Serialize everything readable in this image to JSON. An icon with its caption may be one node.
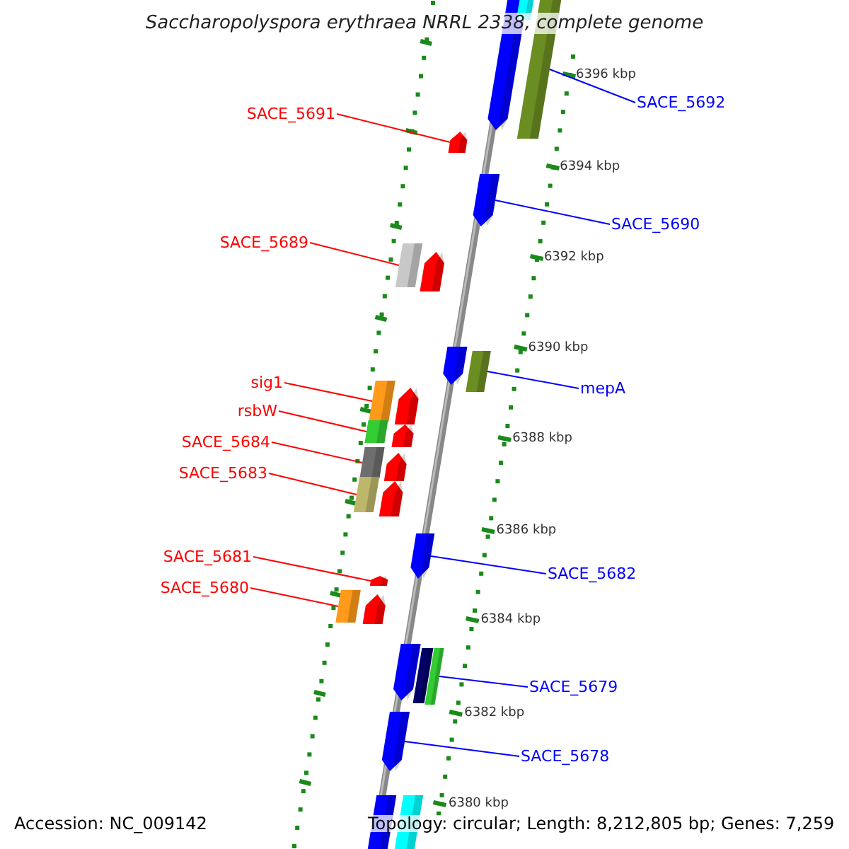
{
  "diagram": {
    "title": "Saccharopolyspora erythraea NRRL 2338, complete genome",
    "nodes": [
      {
        "text": [
          "SACE_5692"
        ]
      },
      {
        "text": [
          "SACE_5691"
        ]
      },
      {
        "text": [
          "SACE_5690"
        ]
      },
      {
        "text": [
          "SACE_5689"
        ]
      },
      {
        "text": [
          "sig1"
        ]
      },
      {
        "text": [
          "mepA"
        ]
      },
      {
        "text": [
          "rsbW"
        ]
      },
      {
        "text": [
          "SACE_5684"
        ]
      },
      {
        "text": [
          "SACE_5683"
        ]
      },
      {
        "text": [
          "SACE_5681"
        ]
      },
      {
        "text": [
          "SACE_5682"
        ]
      },
      {
        "text": [
          "SACE_5680"
        ]
      },
      {
        "text": [
          "SACE_5679"
        ]
      },
      {
        "text": [
          "SACE_5678"
        ]
      },
      {
        "text": [],
        "shape": "box"
      },
      {
        "text": [],
        "shape": "arrow"
      },
      {
        "text": [],
        "shape": "arrow"
      },
      {
        "text": [],
        "shape": "box"
      },
      {
        "text": [],
        "shape": "box"
      },
      {
        "text": [],
        "shape": "box"
      },
      {
        "text": [],
        "shape": "box"
      },
      {
        "text": [],
        "shape": "box"
      },
      {
        "text": [],
        "shape": "box"
      },
      {
        "text": [],
        "shape": "arrow"
      },
      {
        "text": [],
        "shape": "arrow"
      },
      {
        "text": [],
        "shape": "box"
      },
      {
        "text": [],
        "shape": "box"
      },
      {
        "text": [],
        "shape": "arrow"
      }
    ],
    "edges": [
      {
        "from": 0,
        "to": 14,
        "arrow": "none",
        "color": "#0000ff"
      },
      {
        "from": 1,
        "to": 15,
        "arrow": "none",
        "color": "#ff0000"
      },
      {
        "from": 2,
        "to": 16,
        "arrow": "none",
        "color": "#0000ff"
      },
      {
        "from": 3,
        "to": 17,
        "arrow": "none",
        "color": "#ff0000"
      },
      {
        "from": 4,
        "to": 18,
        "arrow": "none",
        "color": "#ff0000"
      },
      {
        "from": 5,
        "to": 19,
        "arrow": "none",
        "color": "#0000ff"
      },
      {
        "from": 6,
        "to": 20,
        "arrow": "none",
        "color": "#ff0000"
      },
      {
        "from": 7,
        "to": 21,
        "arrow": "none",
        "color": "#ff0000"
      },
      {
        "from": 8,
        "to": 22,
        "arrow": "none",
        "color": "#ff0000"
      },
      {
        "from": 9,
        "to": 23,
        "arrow": "none",
        "color": "#ff0000"
      },
      {
        "from": 10,
        "to": 24,
        "arrow": "none",
        "color": "#0000ff"
      },
      {
        "from": 11,
        "to": 25,
        "arrow": "none",
        "color": "#ff0000"
      },
      {
        "from": 12,
        "to": 26,
        "arrow": "none",
        "color": "#0000ff"
      },
      {
        "from": 13,
        "to": 27,
        "arrow": "none",
        "color": "#0000ff"
      }
    ],
    "labels": [
      "6396 kbp",
      "6394 kbp",
      "6392 kbp",
      "6390 kbp",
      "6388 kbp",
      "6386 kbp",
      "6384 kbp",
      "6382 kbp",
      "6380 kbp",
      "Accession: NC_009142",
      "Topology: circular; Length: 8,212,805 bp; Genes: 7,259"
    ]
  }
}
